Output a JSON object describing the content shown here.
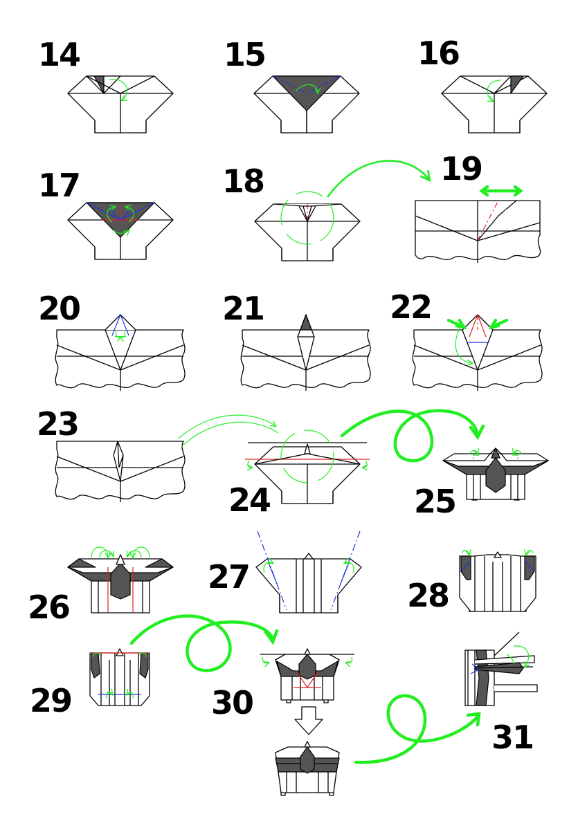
{
  "steps": [
    {
      "label": "14"
    },
    {
      "label": "15"
    },
    {
      "label": "16"
    },
    {
      "label": "17"
    },
    {
      "label": "18"
    },
    {
      "label": "19"
    },
    {
      "label": "20"
    },
    {
      "label": "21"
    },
    {
      "label": "22"
    },
    {
      "label": "23"
    },
    {
      "label": "24"
    },
    {
      "label": "25"
    },
    {
      "label": "26"
    },
    {
      "label": "27"
    },
    {
      "label": "28"
    },
    {
      "label": "29"
    },
    {
      "label": "30"
    },
    {
      "label": "31"
    }
  ],
  "colors": {
    "outline": "#000000",
    "shaded_paper": "#555555",
    "arrows": "#22ee22",
    "mountain_fold": "#e02020",
    "valley_fold": "#2233dd"
  }
}
